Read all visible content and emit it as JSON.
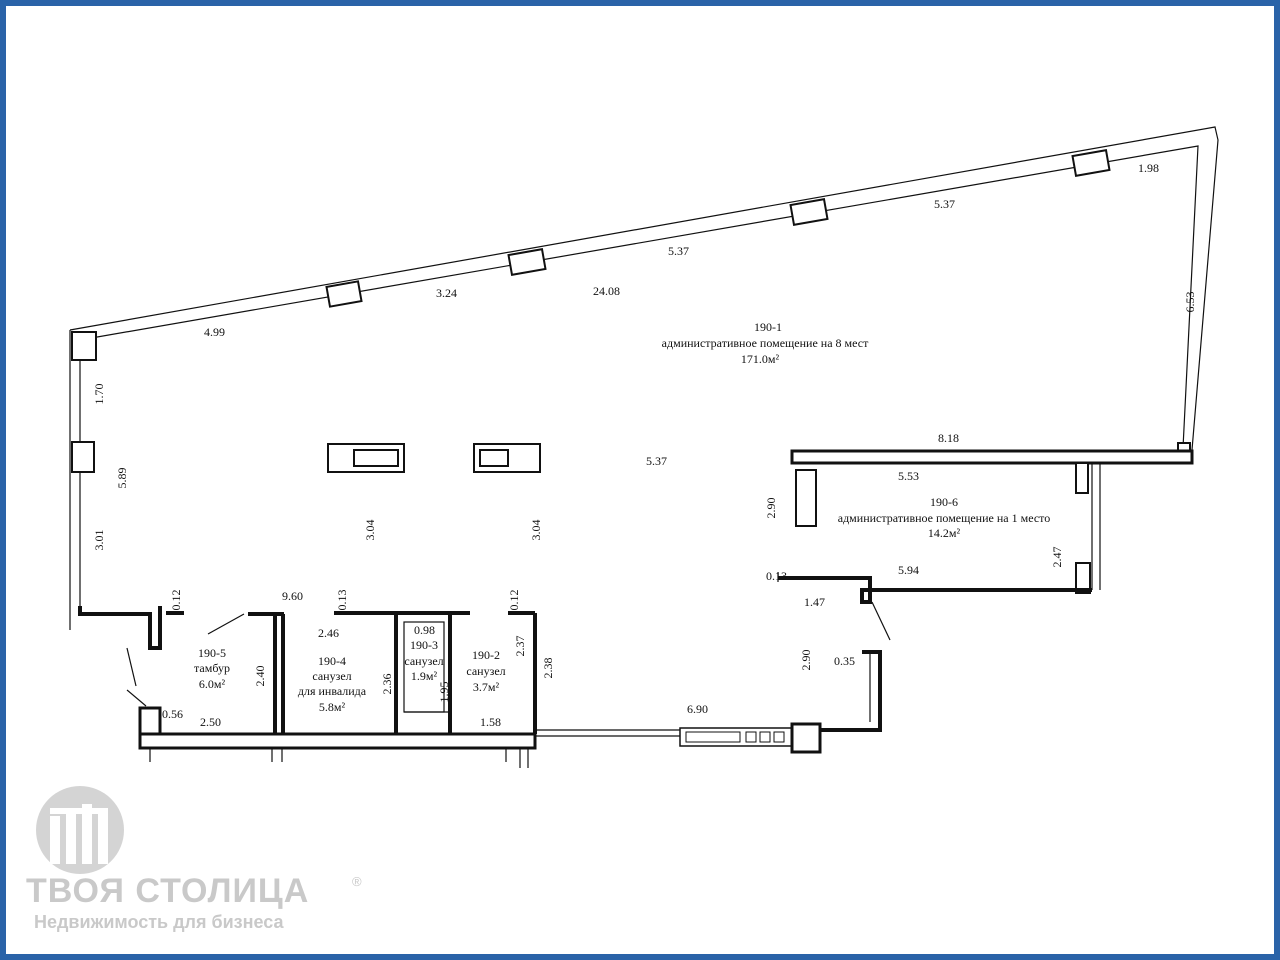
{
  "rooms": {
    "r1": {
      "id": "190-1",
      "name": "административное помещение на 8 мест",
      "area": "171.0м²"
    },
    "r6": {
      "id": "190-6",
      "name": "административное помещение на 1 место",
      "area": "14.2м²"
    },
    "r5": {
      "id": "190-5",
      "name": "тамбур",
      "area": "6.0м²"
    },
    "r4": {
      "id": "190-4",
      "name1": "санузел",
      "name2": "для инвалида",
      "area": "5.8м²"
    },
    "r3": {
      "id": "190-3",
      "name": "санузел",
      "area": "1.9м²"
    },
    "r2": {
      "id": "190-2",
      "name": "санузел",
      "area": "3.7м²"
    }
  },
  "dimensions": {
    "d_1_98": "1.98",
    "d_5_37_a": "5.37",
    "d_5_37_b": "5.37",
    "d_6_53": "6.53",
    "d_3_24": "3.24",
    "d_24_08": "24.08",
    "d_4_99": "4.99",
    "d_1_70": "1.70",
    "d_5_89": "5.89",
    "d_3_01": "3.01",
    "d_3_04_a": "3.04",
    "d_3_04_b": "3.04",
    "d_5_37_c": "5.37",
    "d_8_18": "8.18",
    "d_5_53": "5.53",
    "d_2_90_a": "2.90",
    "d_2_47": "2.47",
    "d_0_13_a": "0.13",
    "d_5_94": "5.94",
    "d_1_47": "1.47",
    "d_0_12_a": "0.12",
    "d_9_60": "9.60",
    "d_0_13_b": "0.13",
    "d_0_12_b": "0.12",
    "d_2_46": "2.46",
    "d_0_98": "0.98",
    "d_2_37": "2.37",
    "d_2_38": "2.38",
    "d_2_40": "2.40",
    "d_2_36": "2.36",
    "d_1_95": "1.95",
    "d_2_90_b": "2.90",
    "d_0_35": "0.35",
    "d_0_56": "0.56",
    "d_2_50": "2.50",
    "d_1_58": "1.58",
    "d_6_90": "6.90"
  },
  "logo": {
    "name": "ТВОЯ СТОЛИЦА",
    "reg": "®",
    "tagline": "Недвижимость для бизнеса"
  },
  "colors": {
    "frame": "#2a63a8",
    "line": "#111111",
    "logo": "#c9c9c9"
  }
}
